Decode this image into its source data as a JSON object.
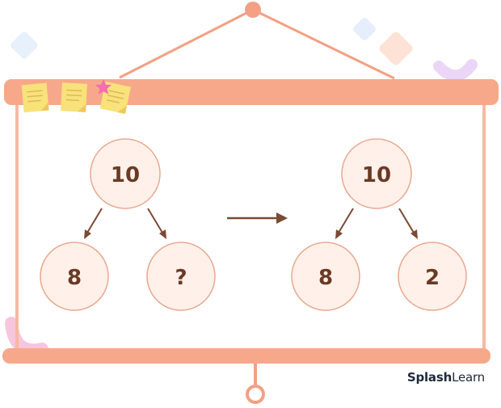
{
  "diagram": {
    "left_tree": {
      "root": "10",
      "left": "8",
      "right": "?"
    },
    "right_tree": {
      "root": "10",
      "left": "8",
      "right": "2"
    }
  },
  "brand": {
    "part1": "Splash",
    "part2": "Learn"
  },
  "colors": {
    "frame": "#f7a88a",
    "hanger": "#f3a084",
    "node_fill": "#fff1ea",
    "node_stroke": "#e9a88f",
    "node_text": "#6b3a24",
    "arrow": "#7a4a34",
    "sticky_note": "#f8e27a",
    "star": "#f36fb0",
    "decor_pink": "#f7c6dc",
    "decor_purple": "#ead6f7",
    "decor_blue": "#e6eefb",
    "decor_peach": "#fde3d6"
  },
  "icons": [
    "sticky-note-icon",
    "star-icon"
  ]
}
